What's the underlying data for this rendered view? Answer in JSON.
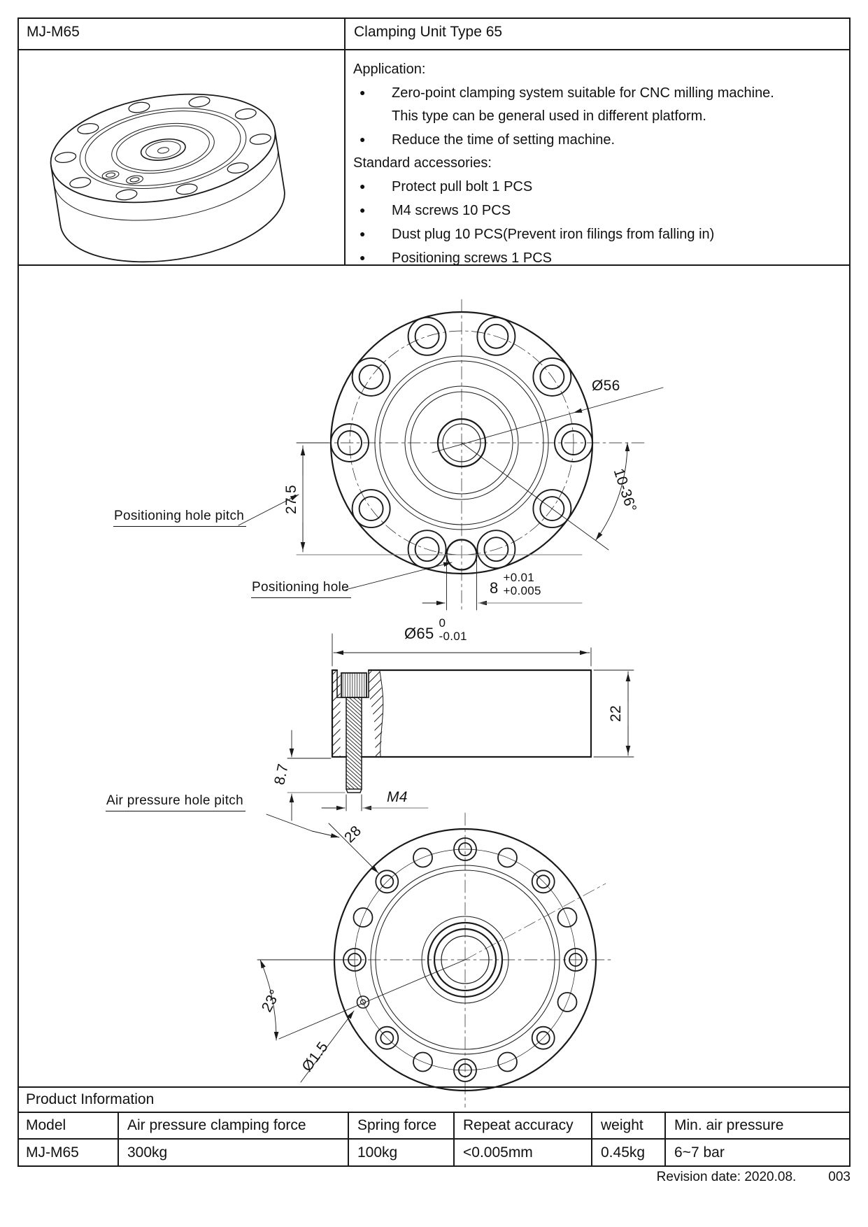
{
  "header": {
    "model": "MJ-M65",
    "title": "Clamping Unit Type 65"
  },
  "application": {
    "heading": "Application:",
    "bullet1_line1": "Zero-point clamping system suitable for CNC milling machine.",
    "bullet1_line2": "This type can be general used in different platform.",
    "bullet2": "Reduce the time of setting machine.",
    "accessories_heading": "Standard accessories:",
    "accessory1": "Protect pull bolt 1 PCS",
    "accessory2": "M4 screws 10 PCS",
    "accessory3": "Dust plug 10 PCS(Prevent iron filings from falling in)",
    "accessory4": "Positioning screws 1 PCS"
  },
  "drawing": {
    "bolt_circle_dia": "Ø56",
    "hole_pattern_angle": "10-36°",
    "positioning_hole_pitch_value": "27.5",
    "positioning_hole_pitch_label": "Positioning hole pitch",
    "positioning_hole_label": "Positioning hole",
    "positioning_hole_size": "8",
    "positioning_hole_tol_upper": "+0.01",
    "positioning_hole_tol_lower": "+0.005",
    "outer_dia": "Ø65",
    "outer_dia_tol_upper": "0",
    "outer_dia_tol_lower": "-0.01",
    "body_height": "22",
    "bolt_protrusion": "8.7",
    "thread_size": "M4",
    "air_hole_pitch_label": "Air pressure hole pitch",
    "air_hole_pitch_value": "28",
    "air_hole_angle": "23°",
    "air_hole_dia": "Ø1.5"
  },
  "product_info": {
    "section_title": "Product Information",
    "columns": [
      "Model",
      "Air pressure clamping force",
      "Spring force",
      "Repeat accuracy",
      "weight",
      "Min. air pressure"
    ],
    "row": [
      "MJ-M65",
      "300kg",
      "100kg",
      "<0.005mm",
      "0.45kg",
      "6~7 bar"
    ]
  },
  "footer": {
    "revision": "Revision date: 2020.08.",
    "doc_number": "003"
  }
}
